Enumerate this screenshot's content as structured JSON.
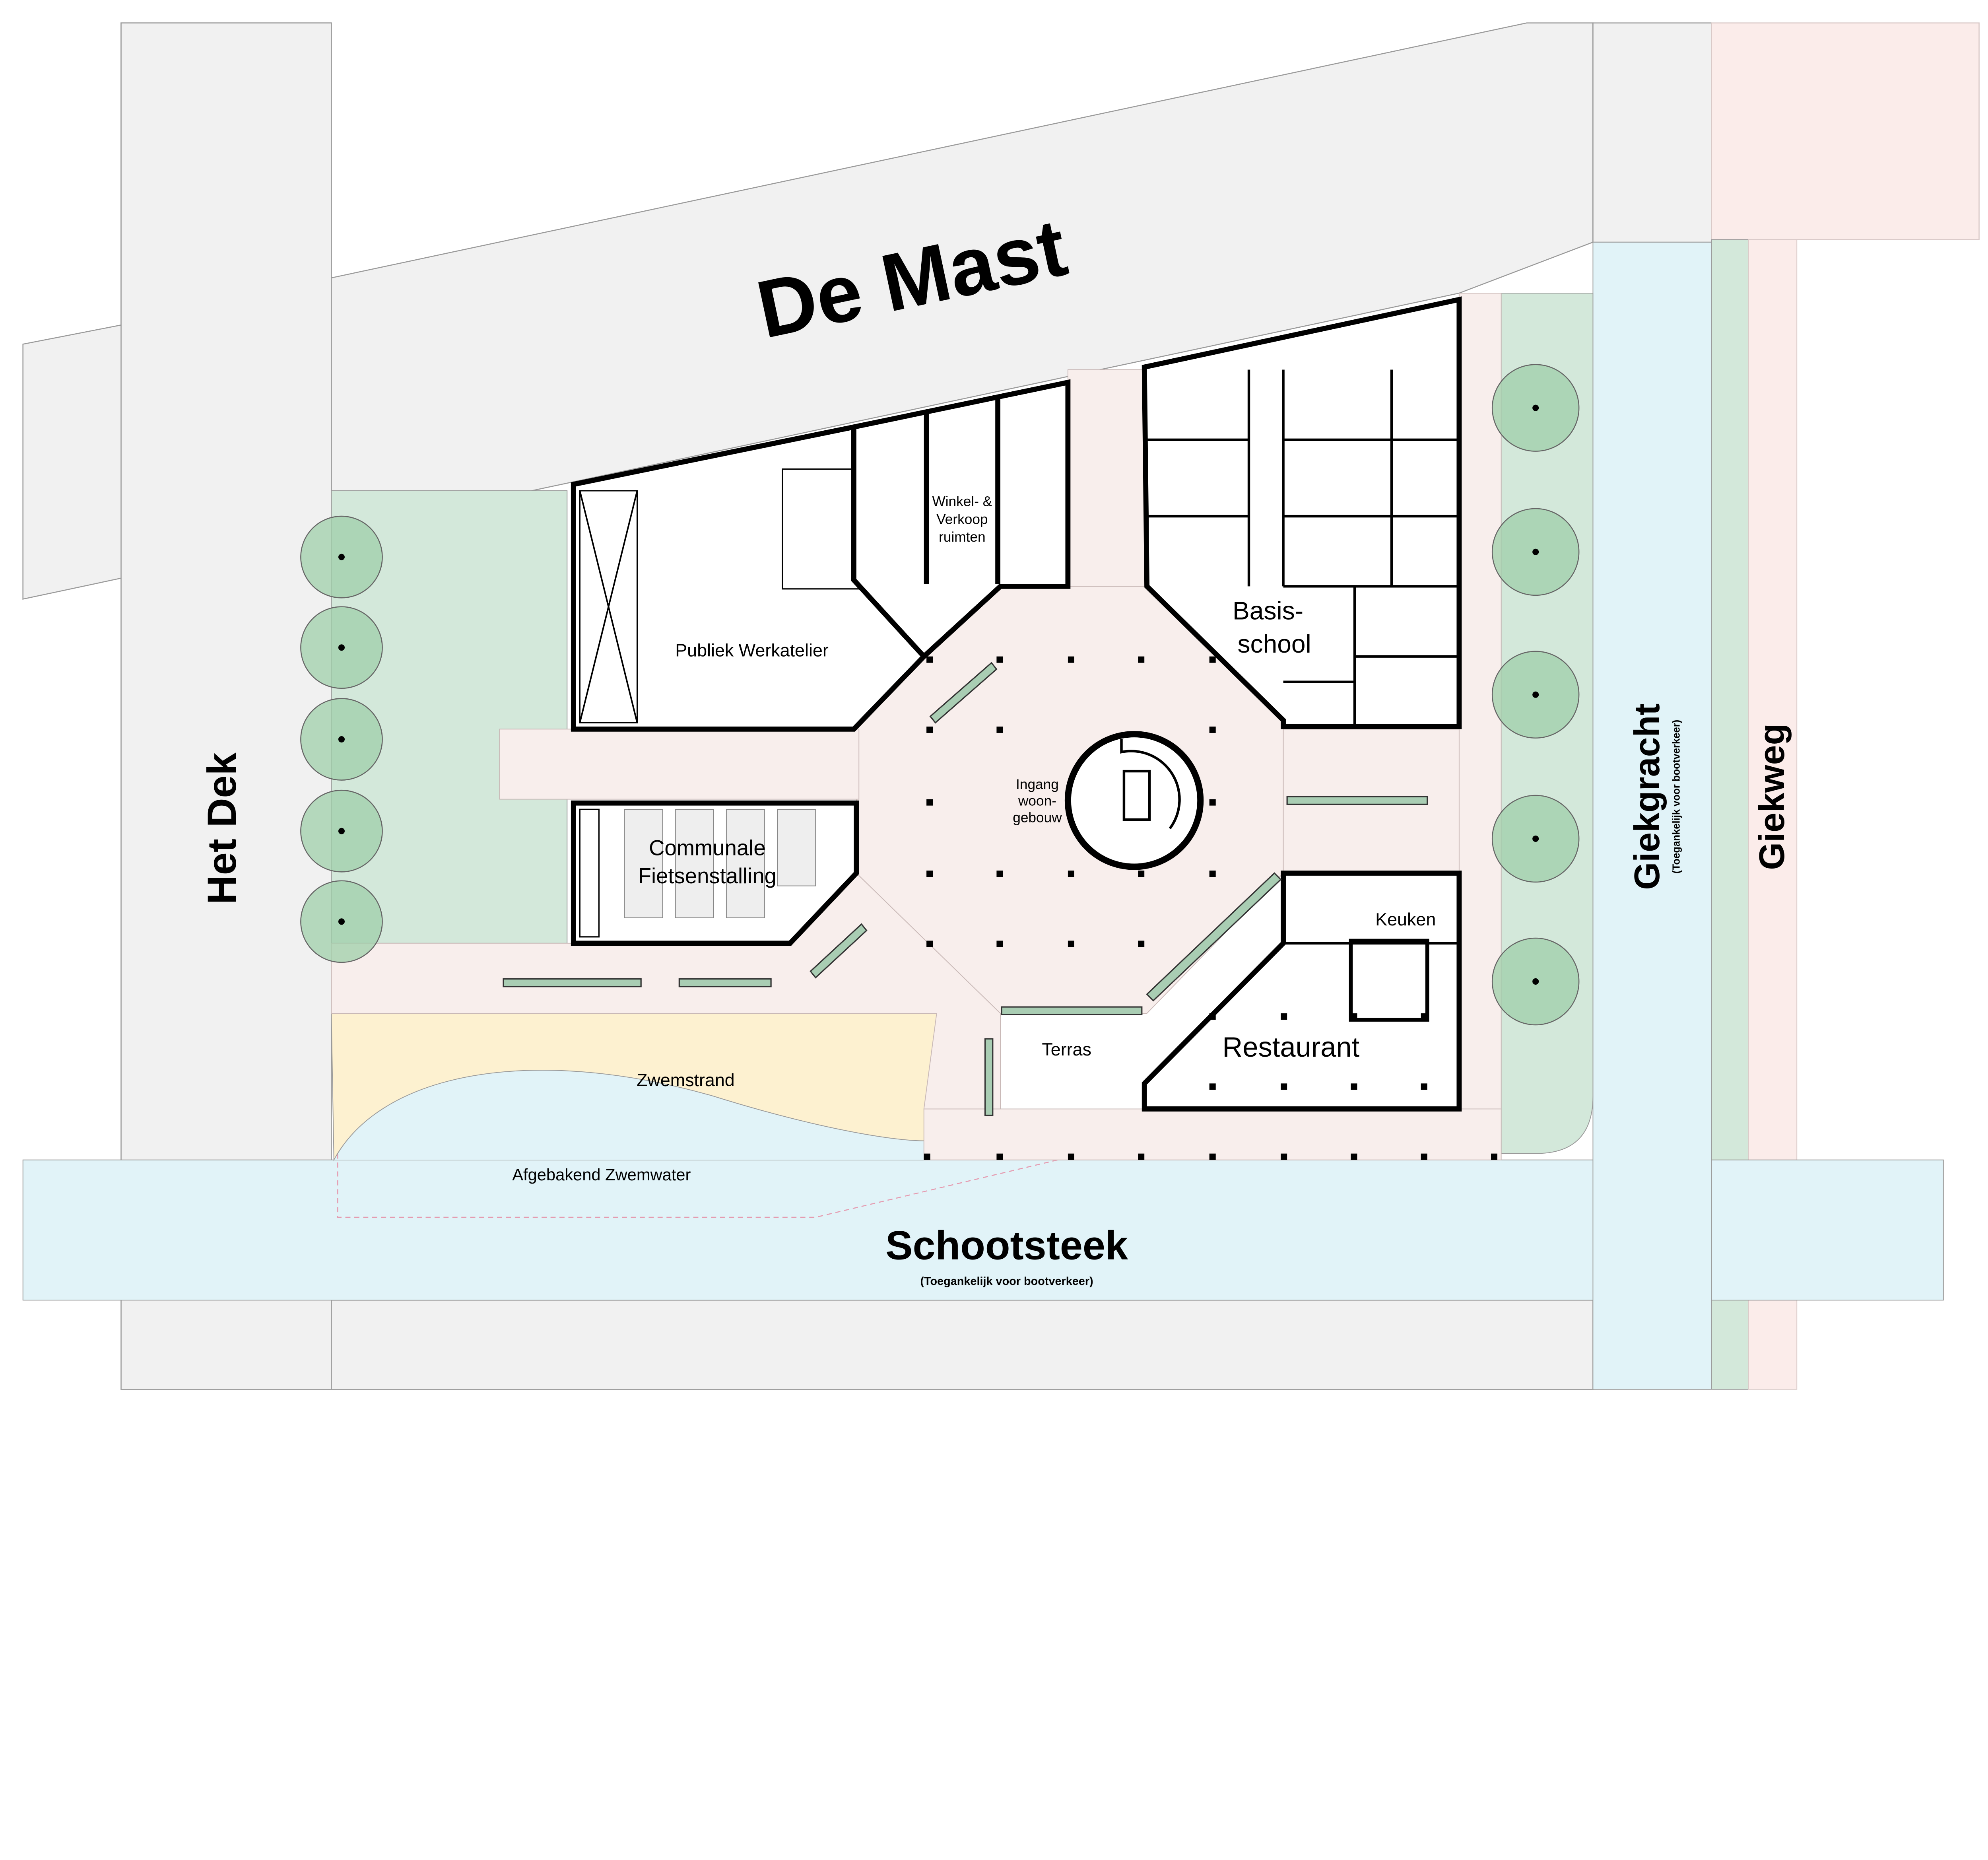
{
  "streets": {
    "north": "De Mast",
    "west": "Het Dek",
    "south": "Schootsteek",
    "south_note": "(Toegankelijk voor bootverkeer)",
    "east_canal": "Giekgracht",
    "east_canal_note": "(Toegankelijk voor bootverkeer)",
    "east_road": "Giekweg"
  },
  "rooms": {
    "workshop": "Publiek Werkatelier",
    "shops_line1": "Winkel- &",
    "shops_line2": "Verkoop",
    "shops_line3": "ruimten",
    "school_line1": "Basis-",
    "school_line2": "school",
    "entrance_line1": "Ingang",
    "entrance_line2": "woon-",
    "entrance_line3": "gebouw",
    "bikes_line1": "Communale",
    "bikes_line2": "Fietsenstalling",
    "kitchen": "Keuken",
    "restaurant": "Restaurant",
    "terrace": "Terras",
    "beach": "Zwemstrand",
    "swim_water": "Afgebakend Zwemwater"
  },
  "colors": {
    "road": "#f1f1f1",
    "water": "#e1f3f8",
    "green": "#d3e8da",
    "tree": "#9fcfaa",
    "plaza": "#f8eeec",
    "beach": "#fdf1d0",
    "pink_road": "#fbecea"
  }
}
